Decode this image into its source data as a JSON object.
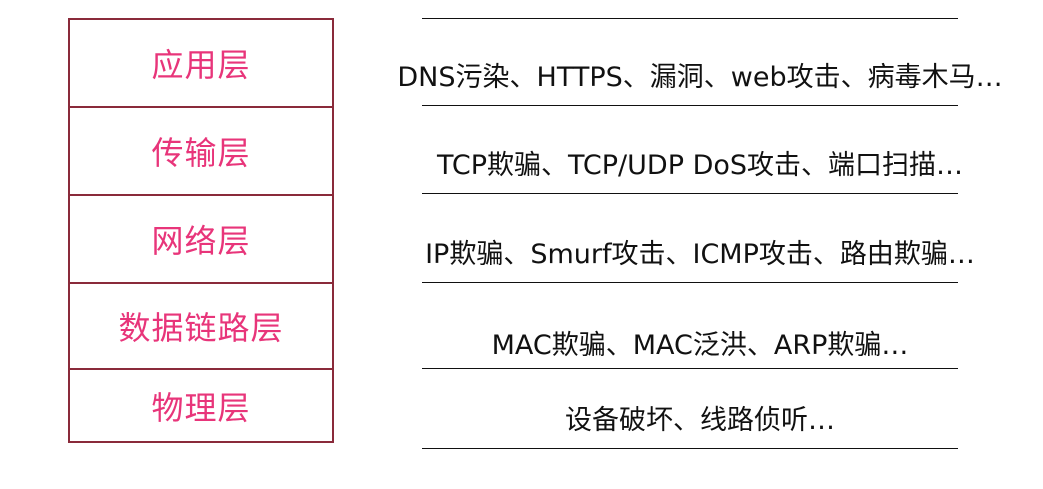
{
  "layers": [
    {
      "name": "应用层",
      "attacks": "DNS污染、HTTPS、漏洞、web攻击、病毒木马…"
    },
    {
      "name": "传输层",
      "attacks": "TCP欺骗、TCP/UDP DoS攻击、端口扫描…"
    },
    {
      "name": "网络层",
      "attacks": "IP欺骗、Smurf攻击、ICMP攻击、路由欺骗…"
    },
    {
      "name": "数据链路层",
      "attacks": "MAC欺骗、MAC泛洪、ARP欺骗…"
    },
    {
      "name": "物理层",
      "attacks": "设备破坏、线路侦听…"
    }
  ],
  "colors": {
    "layer_text": "#e8357a",
    "layer_border": "#8a2a3a",
    "attack_text": "#111111"
  }
}
